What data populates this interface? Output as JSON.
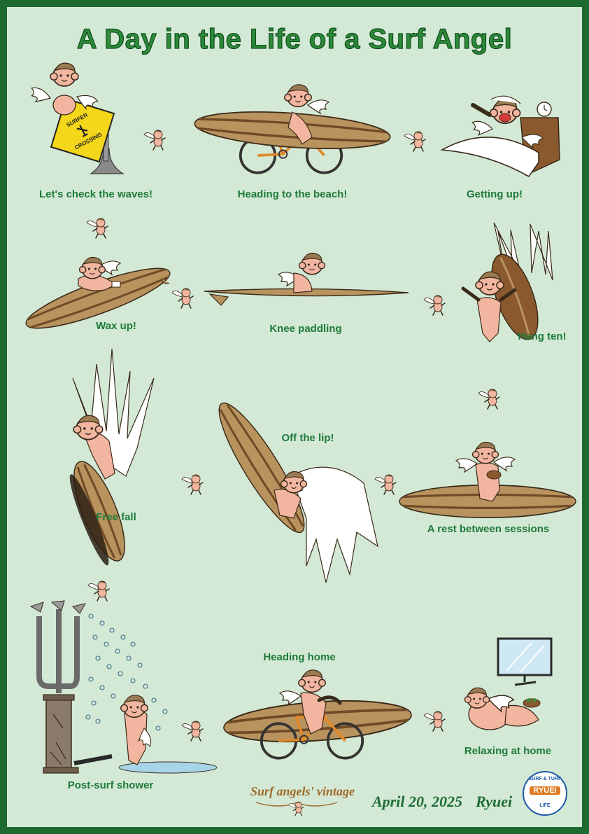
{
  "title": "A Day in the Life of a Surf Angel",
  "captions": {
    "check_waves": "Let's check the waves!",
    "heading_beach": "Heading to the beach!",
    "getting_up": "Getting up!",
    "wax_up": "Wax up!",
    "knee_paddling": "Knee paddling",
    "hang_ten": "Hang ten!",
    "free_fall": "Free fall",
    "off_the_lip": "Off the lip!",
    "rest": "A rest between sessions",
    "shower": "Post-surf shower",
    "heading_home": "Heading home",
    "relaxing": "Relaxing at home"
  },
  "sign_text": {
    "line1": "SURFER",
    "line2": "CROSSING"
  },
  "footer": {
    "brand": "Surf angels' vintage",
    "date": "April 20, 2025",
    "signature": "Ryuei"
  },
  "logo": {
    "top": "SURF & TURF",
    "middle": "RYUEI",
    "bottom": "LIFE"
  },
  "colors": {
    "border": "#1d6b30",
    "background": "#d3e9d5",
    "title": "#2d8a3a",
    "caption": "#1e7a3a",
    "board_light": "#b8935e",
    "board_dark": "#6e4a26",
    "skin": "#f2b6a0",
    "hair": "#9a7a52"
  }
}
